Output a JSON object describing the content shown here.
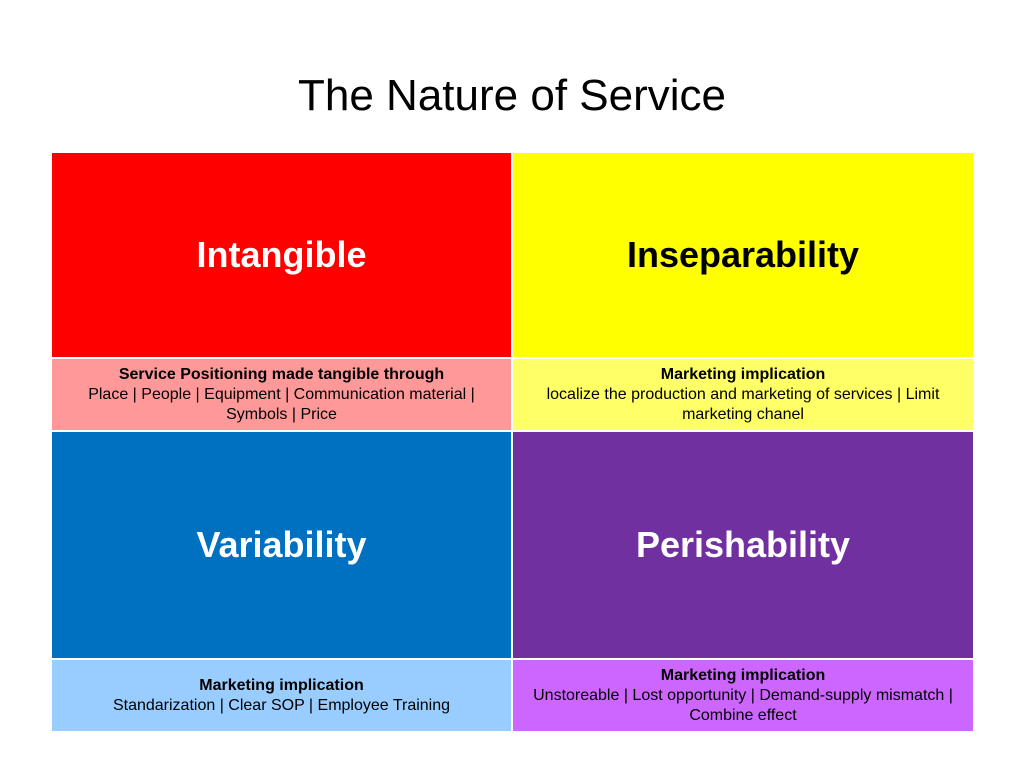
{
  "title": "The Nature of Service",
  "quadrants": [
    {
      "name": "Intangible",
      "color": "#ff0000",
      "text_color": "#ffffff",
      "desc_bg": "#ff9999",
      "desc_heading": "Service Positioning made tangible through",
      "desc_text": "Place | People | Equipment | Communication material | Symbols | Price"
    },
    {
      "name": "Inseparability",
      "color": "#ffff00",
      "text_color": "#000000",
      "desc_bg": "#ffff66",
      "desc_heading": "Marketing implication",
      "desc_text": "localize the production and marketing of services | Limit marketing chanel"
    },
    {
      "name": "Variability",
      "color": "#0070c0",
      "text_color": "#ffffff",
      "desc_bg": "#99ccff",
      "desc_heading": "Marketing implication",
      "desc_text": "Standarization | Clear SOP | Employee Training"
    },
    {
      "name": "Perishability",
      "color": "#7030a0",
      "text_color": "#ffffff",
      "desc_bg": "#cc66ff",
      "desc_heading": "Marketing implication",
      "desc_text": "Unstoreable | Lost opportunity | Demand-supply mismatch | Combine effect"
    }
  ]
}
